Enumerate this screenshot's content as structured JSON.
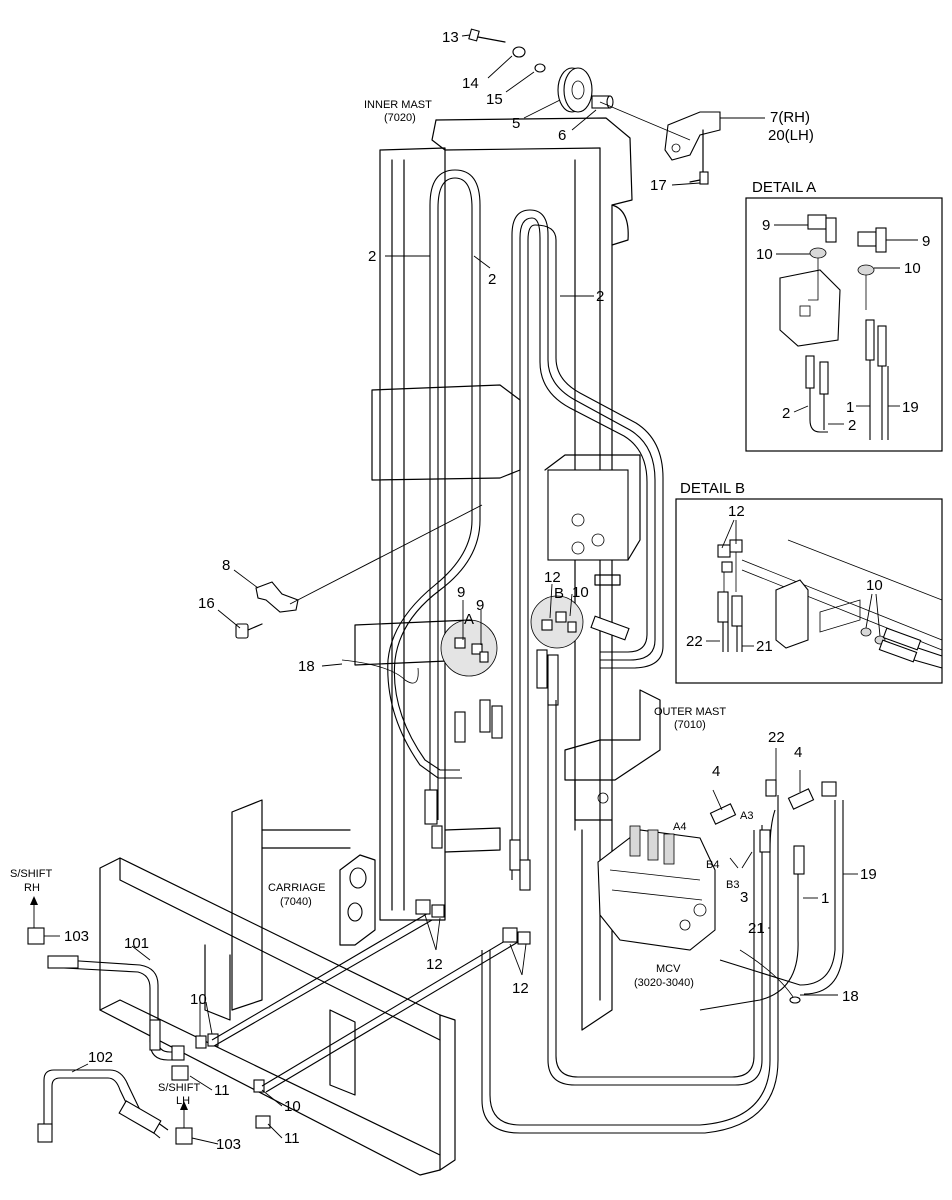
{
  "callouts": {
    "c13": "13",
    "c14": "14",
    "c15": "15",
    "c5": "5",
    "c6": "6",
    "c7rh": "7(RH)",
    "c20lh": "20(LH)",
    "c17": "17",
    "c2a": "2",
    "c2b": "2",
    "c2c": "2",
    "c8": "8",
    "c16": "16",
    "c18a": "18",
    "c9a": "9",
    "c9b": "9",
    "cA": "A",
    "c12top": "12",
    "cB": "B",
    "c10top": "10",
    "c4a": "4",
    "c4b": "4",
    "c22": "22",
    "cA4": "A4",
    "cA3": "A3",
    "cB4": "B4",
    "cB3": "B3",
    "c3": "3",
    "c19": "19",
    "c1": "1",
    "c21": "21",
    "c18b": "18",
    "c12l": "12",
    "c12r": "12",
    "c103a": "103",
    "c101": "101",
    "c10l": "10",
    "c102": "102",
    "c11a": "11",
    "c10b": "10",
    "c11b": "11",
    "c103b": "103"
  },
  "sections": {
    "inner_mast": "INNER MAST",
    "inner_mast_code": "(7020)",
    "outer_mast": "OUTER MAST",
    "outer_mast_code": "(7010)",
    "carriage": "CARRIAGE",
    "carriage_code": "(7040)",
    "mcv": "MCV",
    "mcv_code": "(3020-3040)",
    "sshift_rh_1": "S/SHIFT",
    "sshift_rh_2": "RH",
    "sshift_lh_1": "S/SHIFT",
    "sshift_lh_2": "LH"
  },
  "detail_a": {
    "title": "DETAIL A",
    "c9l": "9",
    "c9r": "9",
    "c10l": "10",
    "c10r": "10",
    "c2l": "2",
    "c2r": "2",
    "c1": "1",
    "c19": "19"
  },
  "detail_b": {
    "title": "DETAIL B",
    "c12": "12",
    "c10": "10",
    "c22": "22",
    "c21": "21"
  }
}
